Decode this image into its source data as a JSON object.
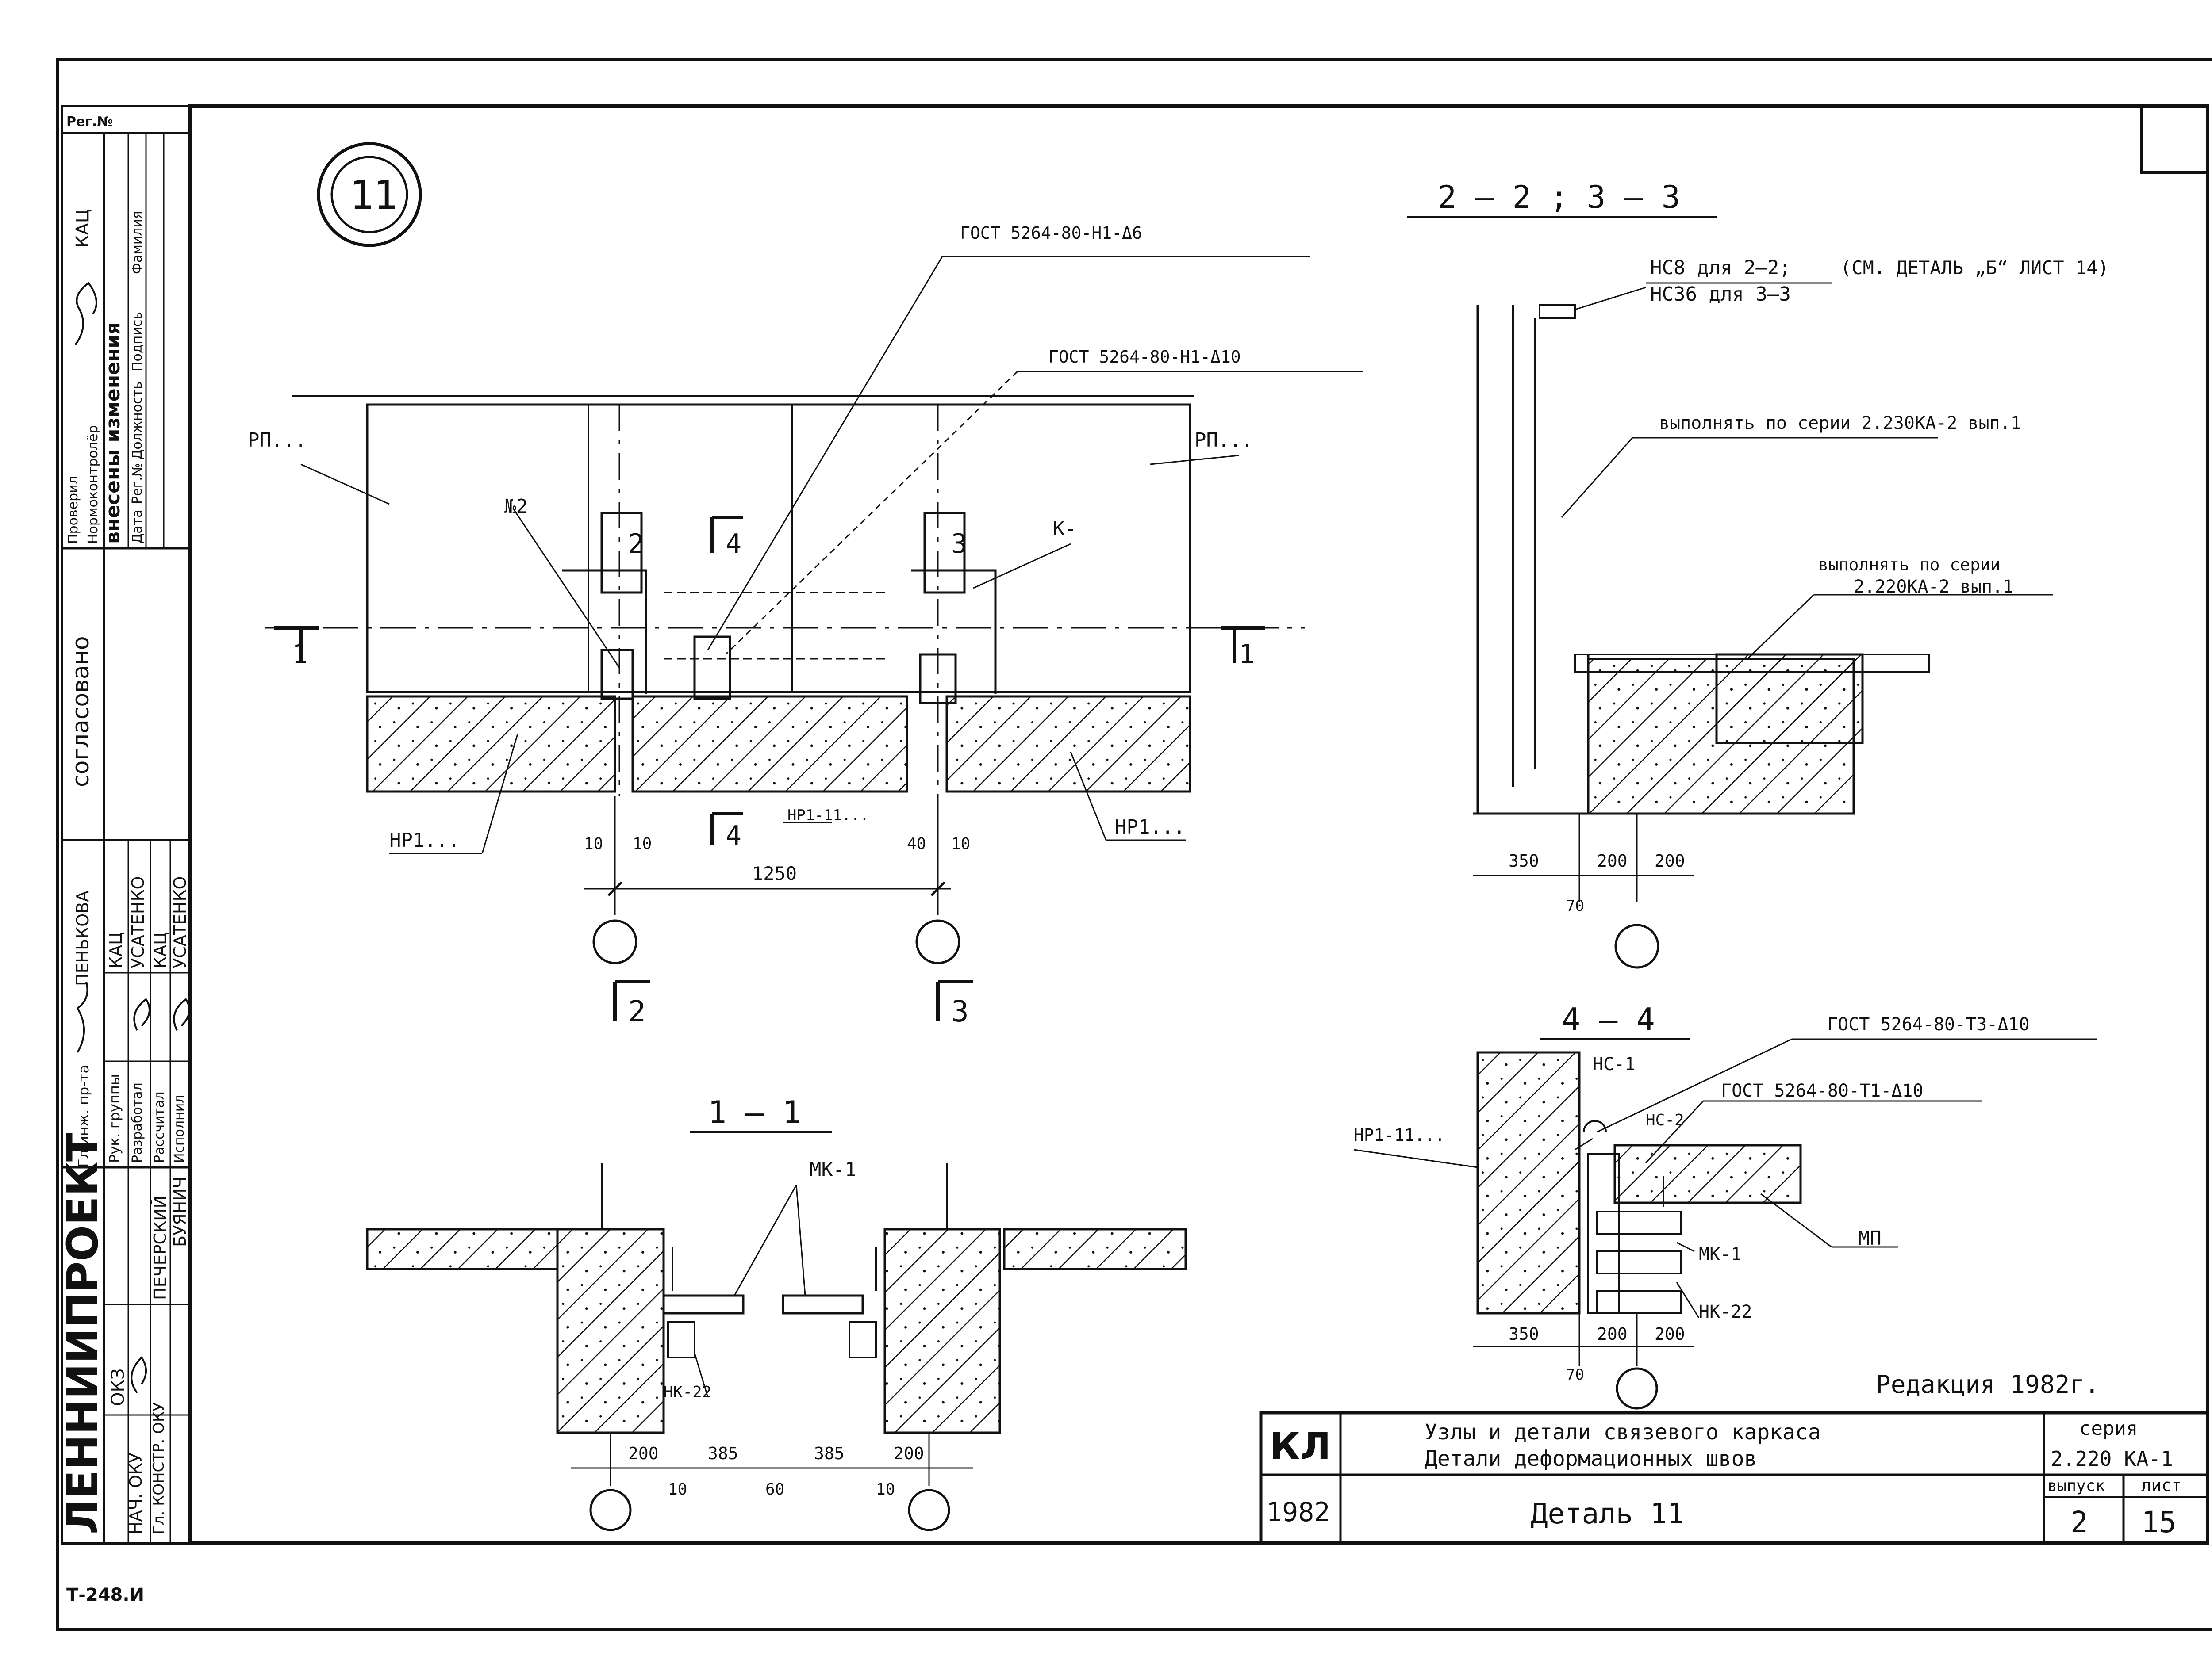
{
  "side_stamp": {
    "reg_no": "Рег.№",
    "changes_header": "внесены изменения",
    "col_date": "Дата",
    "col_reg": "Рег.№",
    "col_position": "Должность",
    "col_sign": "Подпись",
    "col_surname": "Фамилия",
    "checked": "Проверил",
    "norm_control": "Нормоконтролёр",
    "checked_name": "КАЦ",
    "agreed": "согласовано",
    "chief_engineer": "Гл.инж. пр-та",
    "chief_engineer_name": "ПЕНЬКОВА",
    "group_head": "Рук. группы",
    "group_head_name": "КАЦ",
    "developed": "Разработал",
    "developed_name": "УСАТЕНКО",
    "calculated": "Рассчитал",
    "calculated_name": "КАЦ",
    "executed": "Исполнил",
    "executed_name": "УСАТЕНКО",
    "org": "ЛЕННИИПРОЕКТ",
    "dept": "ОКЗ",
    "head_dept": "НАЧ. ОКУ",
    "head_dept_name": "ПЕЧЕРСКИЙ",
    "chief_designer": "Гл. КОНСТР. ОКУ",
    "chief_designer_name": "БУЯНИЧ"
  },
  "detail_mark": "11",
  "plan": {
    "label_rp_left": "РП...",
    "label_rp_right": "РП...",
    "label_no2": "№2",
    "label_k": "К-",
    "gost_top": "ГОСТ 5264-80-Н1-Δ6",
    "gost_mid": "ГОСТ 5264-80-Н1-Δ10",
    "section_4_top": "4",
    "section_4_bottom": "4",
    "section_2": "2",
    "section_3": "3",
    "section_1_left": "1",
    "section_1_right": "1",
    "hp_left": "НР1...",
    "hp_mid": "НР1-11...",
    "hp_right": "НР1...",
    "dim_10a": "10",
    "dim_10b": "10",
    "dim_40": "40",
    "dim_10c": "10",
    "dim_1250": "1250",
    "cut_2": "2",
    "cut_3": "3"
  },
  "section_22_33": {
    "title": "2 — 2 ; 3 — 3",
    "note_hc8": "НС8 для 2—2;",
    "note_hc36": "НС36 для 3—3",
    "note_ref": "(СМ. ДЕТАЛЬ „Б“ ЛИСТ 14)",
    "note_series1": "выполнять по серии 2.230КА-2 вып.1",
    "note_series2a": "выполнять по серии",
    "note_series2b": "2.220КА-2 вып.1",
    "dim_350": "350",
    "dim_200a": "200",
    "dim_200b": "200",
    "dim_70": "70"
  },
  "section_44": {
    "title": "4 — 4",
    "gost_t3": "ГОСТ 5264-80-Т3-Δ10",
    "gost_t1": "ГОСТ 5264-80-Т1-Δ10",
    "hc1": "НС-1",
    "hc2": "НС-2",
    "hp": "НР1-11...",
    "mp": "МП",
    "mk1": "МК-1",
    "hk22": "НК-22",
    "dim_350": "350",
    "dim_200a": "200",
    "dim_200b": "200",
    "dim_70": "70"
  },
  "section_11": {
    "title": "1 — 1",
    "mk1": "МК-1",
    "hk22": "НК-22",
    "dim_200a": "200",
    "dim_385a": "385",
    "dim_385b": "385",
    "dim_200b": "200",
    "dim_10a": "10",
    "dim_60": "60",
    "dim_10b": "10"
  },
  "edition": "Редакция 1982г.",
  "title_block": {
    "code": "КЛ",
    "year": "1982",
    "title_line1": "Узлы и детали связевого каркаса",
    "title_line2": "Детали деформационных швов",
    "detail": "Деталь 11",
    "series_label": "серия",
    "series_value": "2.220 КА-1",
    "issue_label": "выпуск",
    "issue_value": "2",
    "sheet_label": "лист",
    "sheet_value": "15"
  },
  "footer_code": "Т-248.И"
}
